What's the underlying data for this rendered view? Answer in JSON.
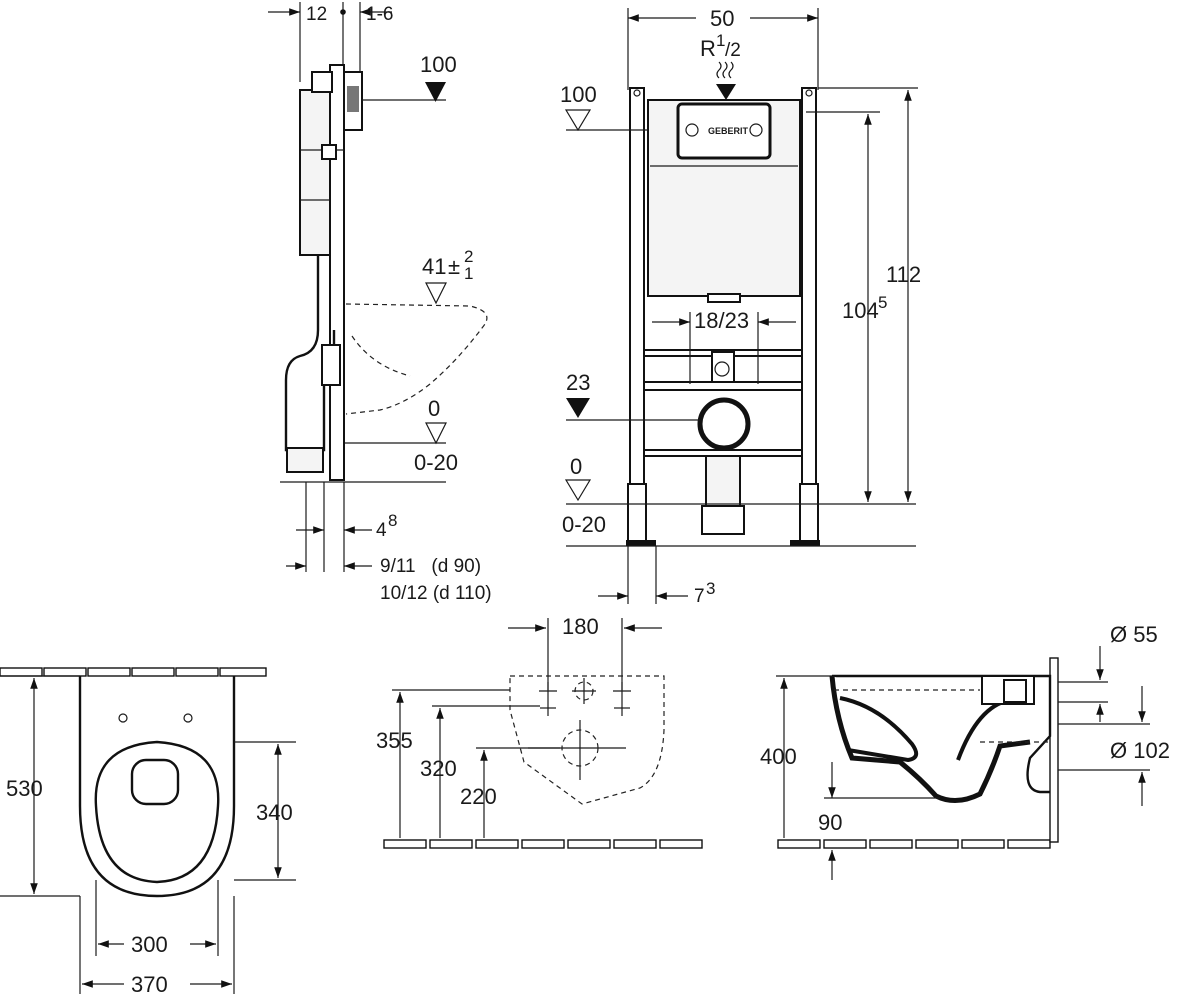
{
  "frame_side": {
    "dim_top_left": "12",
    "dim_top_right": "1-6",
    "level_top": "100",
    "level_bowl": "41",
    "level_bowl_tol_upper": "2",
    "level_bowl_tol_lower": "1",
    "level_floor": "0",
    "floor_range": "0-20",
    "dim_foot_base": "4",
    "dim_foot_sup": "8",
    "dim_drain_1": "9/11   (d 90)",
    "dim_drain_2": "10/12 (d 110)"
  },
  "frame_front": {
    "width": "50",
    "inlet_base": "R",
    "inlet_sup": "1",
    "inlet_den": "/2",
    "level_top": "100",
    "drain_spacing": "18/23",
    "level_mid": "23",
    "level_floor": "0",
    "floor_range": "0-20",
    "height_total": "112",
    "height_frame_base": "104",
    "height_frame_sup": "5",
    "dim_leg_base": "7",
    "dim_leg_sup": "3",
    "brand": "GEBERIT"
  },
  "bowl_top": {
    "length": "530",
    "bowl_length": "340",
    "inner_width": "300",
    "outer_width": "370"
  },
  "bowl_back": {
    "bolt_spacing": "180",
    "h_355": "355",
    "h_320": "320",
    "h_220": "220"
  },
  "bowl_side": {
    "dia_inlet": "Ø 55",
    "dia_outlet": "Ø 102",
    "height": "400",
    "outlet_height": "90"
  }
}
